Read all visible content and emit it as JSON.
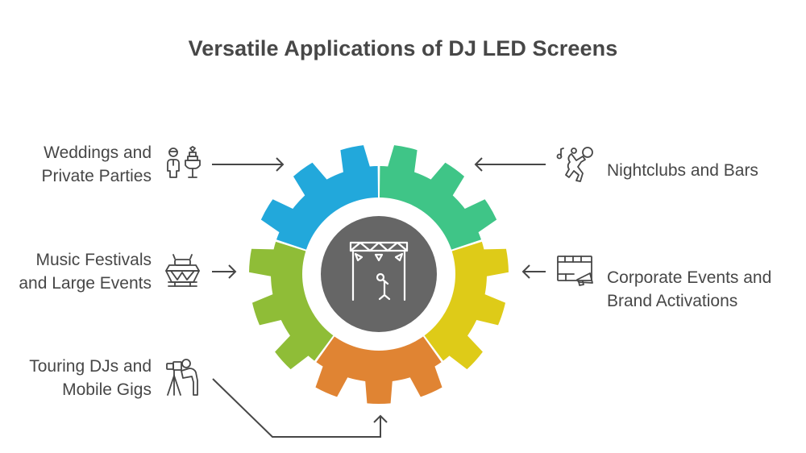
{
  "title": "Versatile Applications of DJ LED Screens",
  "center": {
    "icon": "stage-truss-microphone-icon",
    "color": "#666666"
  },
  "segments": [
    {
      "id": "weddings",
      "color": "#22A8DB",
      "label_lines": [
        "Weddings and",
        "Private Parties"
      ],
      "icon": "wedding-couple-cake-icon"
    },
    {
      "id": "nightclubs",
      "color": "#3FC587",
      "label_lines": [
        "Nightclubs and Bars"
      ],
      "icon": "dancing-person-music-icon"
    },
    {
      "id": "corporate",
      "color": "#DECB18",
      "label_lines": [
        "Corporate Events and",
        "Brand Activations"
      ],
      "icon": "screen-megaphone-icon"
    },
    {
      "id": "touring",
      "color": "#E08433",
      "label_lines": [
        "Touring DJs and",
        "Mobile Gigs"
      ],
      "icon": "person-camera-tripod-icon"
    },
    {
      "id": "festivals",
      "color": "#8FBD37",
      "label_lines": [
        "Music Festivals",
        "and Large Events"
      ],
      "icon": "festival-stage-icon"
    }
  ],
  "colors": {
    "text": "#474747",
    "arrow": "#474747",
    "background": "#FFFFFF"
  }
}
